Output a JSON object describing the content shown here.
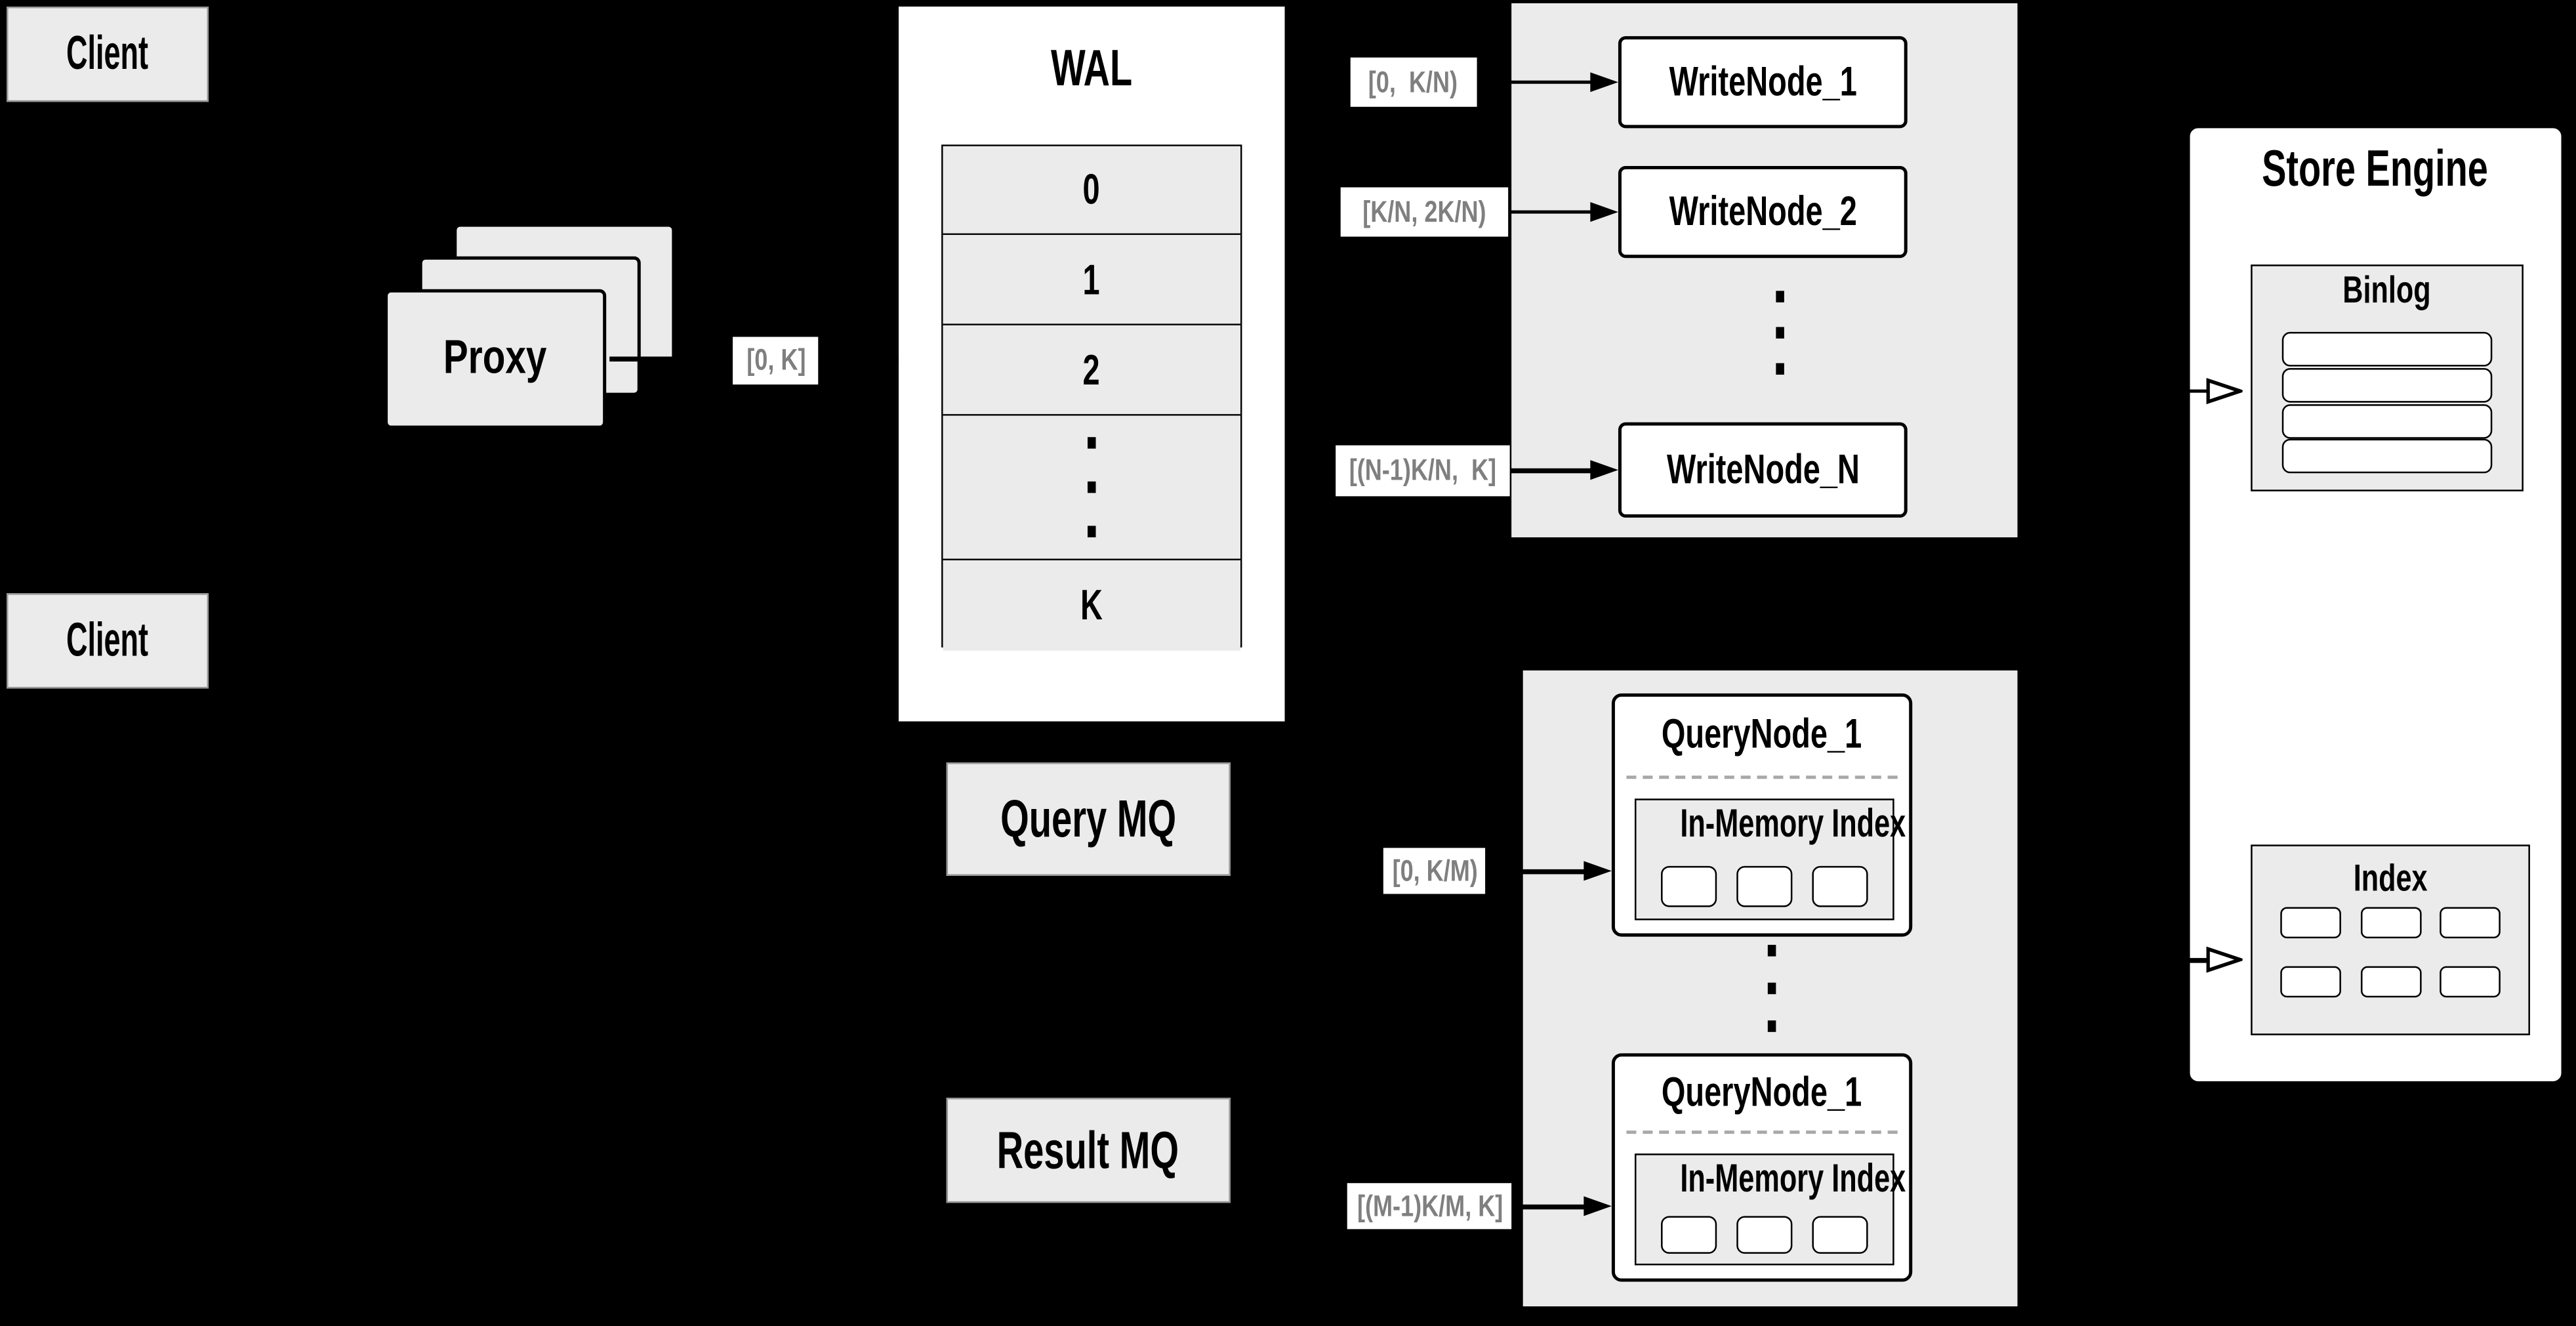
{
  "colors": {
    "background": "#000000",
    "panel_gray": "#ebebeb",
    "box_white": "#ffffff",
    "stroke": "#000000",
    "edge_label_text": "#7f7f7f",
    "dashed_divider": "#a9a9a9"
  },
  "clients": {
    "top_label": "Client",
    "bottom_label": "Client"
  },
  "proxy": {
    "label": "Proxy"
  },
  "wal": {
    "title": "WAL",
    "segments": [
      "0",
      "1",
      "2",
      "K"
    ]
  },
  "write_group": {
    "node_1": "WriteNode_1",
    "node_2": "WriteNode_2",
    "node_n": "WriteNode_N"
  },
  "store_engine": {
    "title": "Store Engine",
    "binlog_title": "Binlog",
    "index_title": "Index"
  },
  "mq": {
    "query_label": "Query MQ",
    "result_label": "Result MQ"
  },
  "query_group": {
    "node_top_title": "QueryNode_1",
    "node_top_inner": "In-Memory Index",
    "node_bottom_title": "QueryNode_1",
    "node_bottom_inner": "In-Memory Index"
  },
  "edge_labels": {
    "proxy_to_wal": "[0, K]",
    "wal_to_write_node_1": "[0,  K/N)",
    "wal_to_write_node_2": "[K/N, 2K/N)",
    "wal_to_write_node_n": "[(N-1)K/N,  K]",
    "query_mq_to_query_node": "[0, K/M)",
    "result_mq_to_query_node": "[(M-1)K/M, K]"
  }
}
